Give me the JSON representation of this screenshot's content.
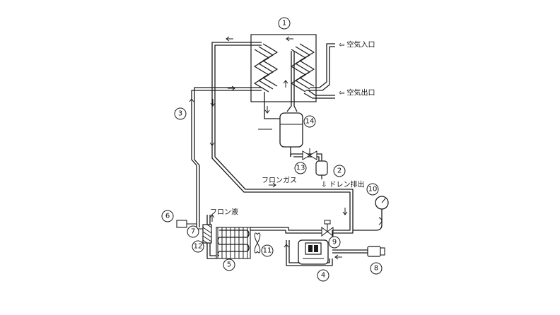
{
  "diagram": {
    "part_numbers": [
      "1",
      "2",
      "3",
      "4",
      "5",
      "6",
      "7",
      "8",
      "9",
      "10",
      "11",
      "12",
      "13",
      "14"
    ],
    "labels": {
      "air_inlet": "⇦ 空気入口",
      "air_outlet": "⇦ 空気出口",
      "freon_gas": "フロンガス",
      "freon_liquid": "フロン液",
      "drain": "⇩ ドレン排出"
    }
  }
}
